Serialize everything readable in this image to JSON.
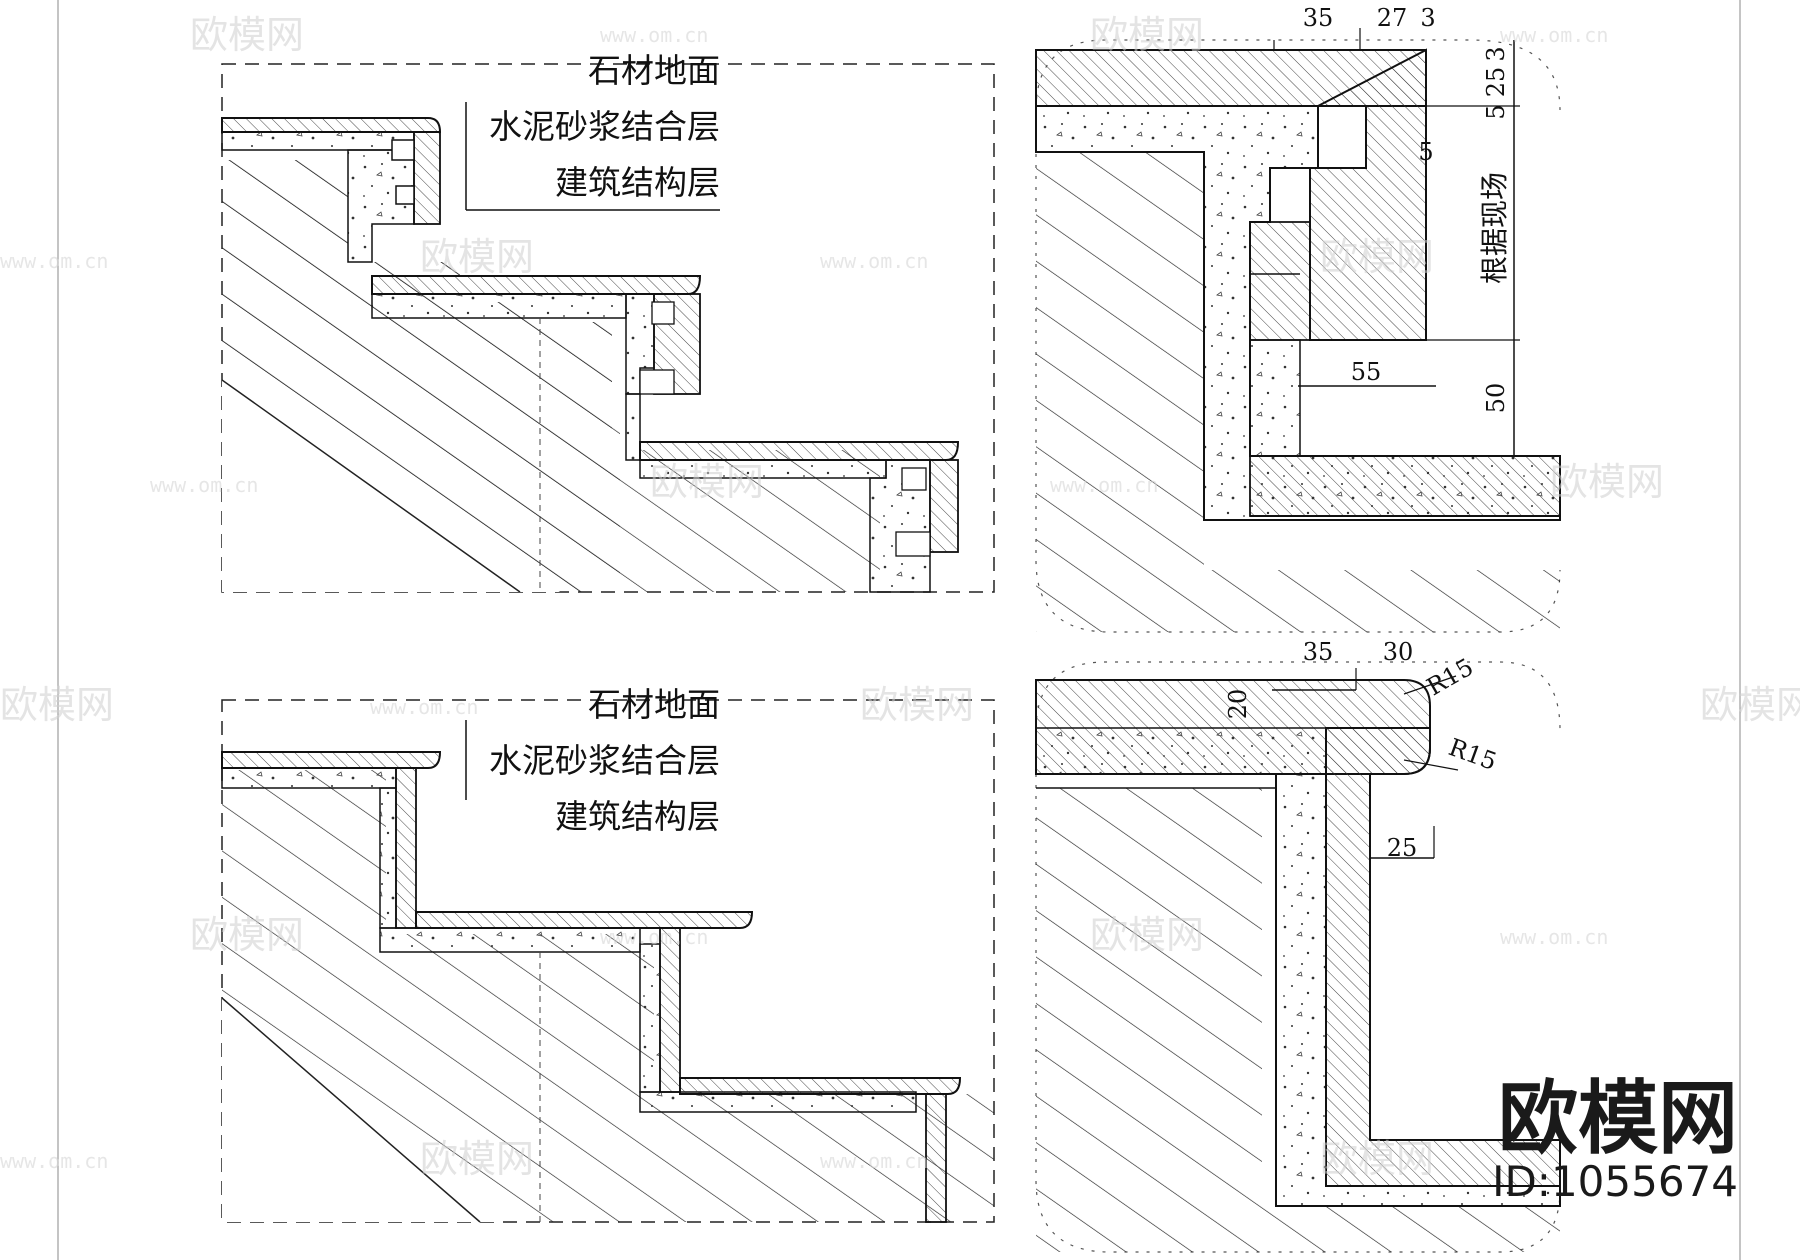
{
  "watermark": {
    "brand": "欧模网",
    "site": "www.om.cn"
  },
  "brand_badge": {
    "name": "欧模网",
    "id": "ID:1055674"
  },
  "panels": {
    "top_left": {
      "layers": [
        "石材地面",
        "水泥砂浆结合层",
        "建筑结构层"
      ]
    },
    "bottom_left": {
      "layers": [
        "石材地面",
        "水泥砂浆结合层",
        "建筑结构层"
      ]
    },
    "top_right": {
      "dims": {
        "top_35": "35",
        "top_27": "27",
        "top_3": "3",
        "right_3": "3",
        "right_25": "25",
        "right_5a": "5",
        "inner_5": "5",
        "site_note": "根据现场",
        "inner_55": "55",
        "right_50": "50"
      }
    },
    "bottom_right": {
      "dims": {
        "top_35": "35",
        "top_30": "30",
        "left_20": "20",
        "r15_a": "R15",
        "r15_b": "R15",
        "inner_25": "25"
      }
    }
  },
  "colors": {
    "line": "#111111",
    "watermark": "#cfcfcf"
  }
}
